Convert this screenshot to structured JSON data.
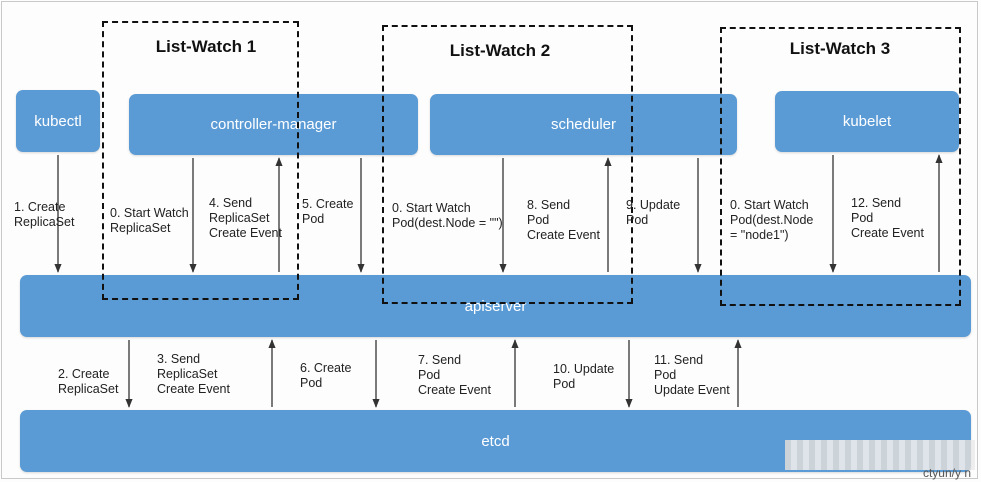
{
  "components": {
    "kubectl": "kubectl",
    "controller_manager": "controller-manager",
    "scheduler": "scheduler",
    "kubelet": "kubelet",
    "apiserver": "apiserver",
    "etcd": "etcd"
  },
  "list_watch": {
    "lw1": "List-Watch 1",
    "lw2": "List-Watch 2",
    "lw3": "List-Watch 3"
  },
  "labels": {
    "create_replicaset_1": "1. Create\nReplicaSet",
    "start_watch_replicaset": "0. Start Watch\nReplicaSet",
    "send_replicaset_event_4": "4. Send\nReplicaSet\nCreate Event",
    "create_pod_5": "5. Create\nPod",
    "start_watch_pod_empty": "0. Start Watch\nPod(dest.Node = \"\")",
    "send_pod_event_8": "8. Send\nPod\nCreate Event",
    "update_pod_9": "9. Update\nPod",
    "start_watch_pod_node1": "0. Start Watch\nPod(dest.Node\n= \"node1\")",
    "send_pod_event_12": "12. Send\nPod\nCreate Event",
    "create_replicaset_2": "2. Create\nReplicaSet",
    "send_replicaset_event_3": "3. Send\nReplicaSet\nCreate Event",
    "create_pod_6": "6. Create\nPod",
    "send_pod_event_7": "7. Send\nPod\nCreate Event",
    "update_pod_10": "10. Update\nPod",
    "send_pod_update_event_11": "11. Send\nPod\nUpdate Event"
  },
  "watermark": "ctyun/y   n"
}
